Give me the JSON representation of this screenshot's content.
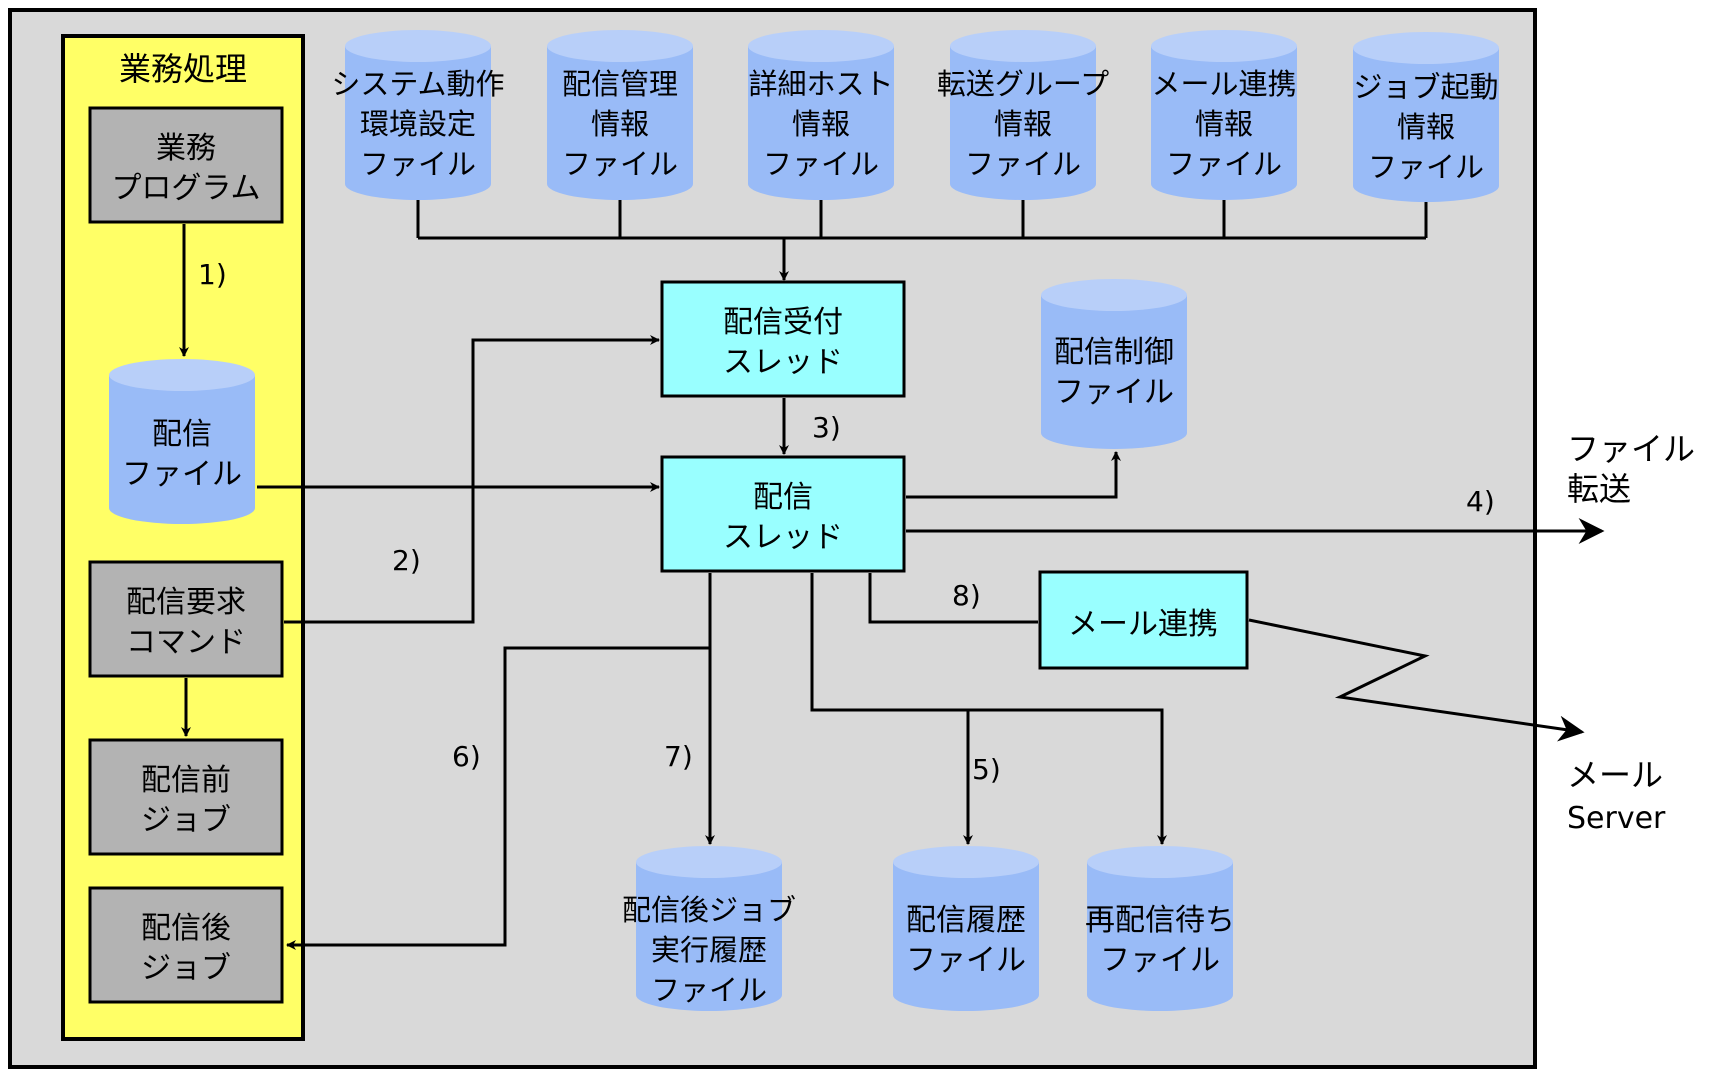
{
  "colors": {
    "outer_bg": "#d9d9d9",
    "business_bg": "#ffff66",
    "gray_box": "#b3b3b3",
    "cyan_box": "#99ffff",
    "cylinder": "#99bbf7",
    "cylinder_top": "#b8cff9"
  },
  "business": {
    "title": "業務処理",
    "program": [
      "業務",
      "プログラム"
    ],
    "delivery_file": [
      "配信",
      "ファイル"
    ],
    "request_command": [
      "配信要求",
      "コマンド"
    ],
    "pre_job": [
      "配信前",
      "ジョブ"
    ],
    "post_job": [
      "配信後",
      "ジョブ"
    ]
  },
  "top_files": [
    {
      "lines": [
        "システム動作",
        "環境設定",
        "ファイル"
      ]
    },
    {
      "lines": [
        "配信管理",
        "情報",
        "ファイル"
      ]
    },
    {
      "lines": [
        "詳細ホスト",
        "情報",
        "ファイル"
      ]
    },
    {
      "lines": [
        "転送グループ",
        "情報",
        "ファイル"
      ]
    },
    {
      "lines": [
        "メール連携",
        "情報",
        "ファイル"
      ]
    },
    {
      "lines": [
        "ジョブ起動",
        "情報",
        "ファイル"
      ]
    }
  ],
  "threads": {
    "reception": [
      "配信受付",
      "スレッド"
    ],
    "delivery": [
      "配信",
      "スレッド"
    ],
    "mail_link": "メール連携"
  },
  "control_file": [
    "配信制御",
    "ファイル"
  ],
  "bottom_files": {
    "post_job_history": [
      "配信後ジョブ",
      "実行履歴",
      "ファイル"
    ],
    "history": [
      "配信履歴",
      "ファイル"
    ],
    "redelivery": [
      "再配信待ち",
      "ファイル"
    ]
  },
  "external": {
    "file_transfer": [
      "ファイル",
      "転送"
    ],
    "mail_server": [
      "メール",
      "Server"
    ]
  },
  "steps": {
    "s1": "1)",
    "s2": "2)",
    "s3": "3)",
    "s4": "4)",
    "s5": "5)",
    "s6": "6)",
    "s7": "7)",
    "s8": "8)"
  }
}
